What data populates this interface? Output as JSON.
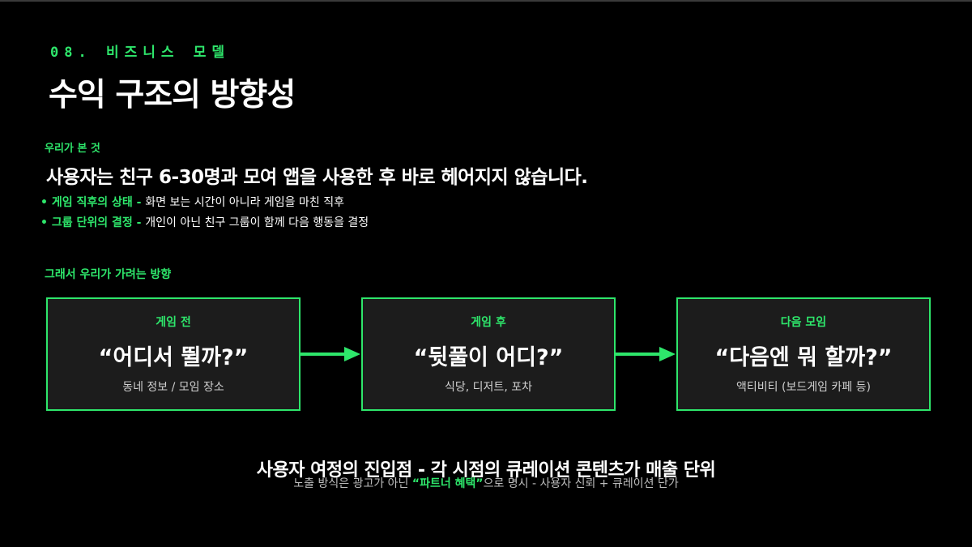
{
  "section": "08. 비즈니스 모델",
  "title": "수익 구조의 방향성",
  "observed": {
    "kicker": "우리가 본 것",
    "statement": "사용자는 친구 6-30명과 모여 앱을 사용한 후 바로 헤어지지 않습니다.",
    "bullets": [
      {
        "highlight": "• 게임 직후의 상태 - ",
        "text": "화면 보는 시간이 아니라 게임을 마친 직후"
      },
      {
        "highlight": "• 그룹 단위의 결정 - ",
        "text": "개인이 아닌 친구 그룹이 함께 다음 행동을 결정"
      }
    ]
  },
  "direction": {
    "kicker": "그래서 우리가 가려는 방향",
    "stages": [
      {
        "title": "게임 전",
        "quote": "“어디서 뛸까?”",
        "desc": "동네 정보 / 모임 장소"
      },
      {
        "title": "게임 후",
        "quote": "“뒷풀이 어디?”",
        "desc": "식당, 디저트, 포차"
      },
      {
        "title": "다음 모임",
        "quote": "“다음엔 뭐 할까?”",
        "desc": "액티비티 (보드게임 카페 등)"
      }
    ]
  },
  "footer": {
    "main": "사용자 여정의 진입점 - 각 시점의 큐레이션 콘텐츠가 매출 단위",
    "sub_before": "노출 방식은 광고가 아닌 ",
    "sub_highlight": "“파트너 혜택”",
    "sub_after": "으로 명시 - 사용자 신뢰 + 큐레이션 단가"
  },
  "colors": {
    "accent": "#2ee66b",
    "background": "#000000",
    "card": "#1c1c1c"
  },
  "icons": {
    "arrow": "arrow-right-icon"
  }
}
